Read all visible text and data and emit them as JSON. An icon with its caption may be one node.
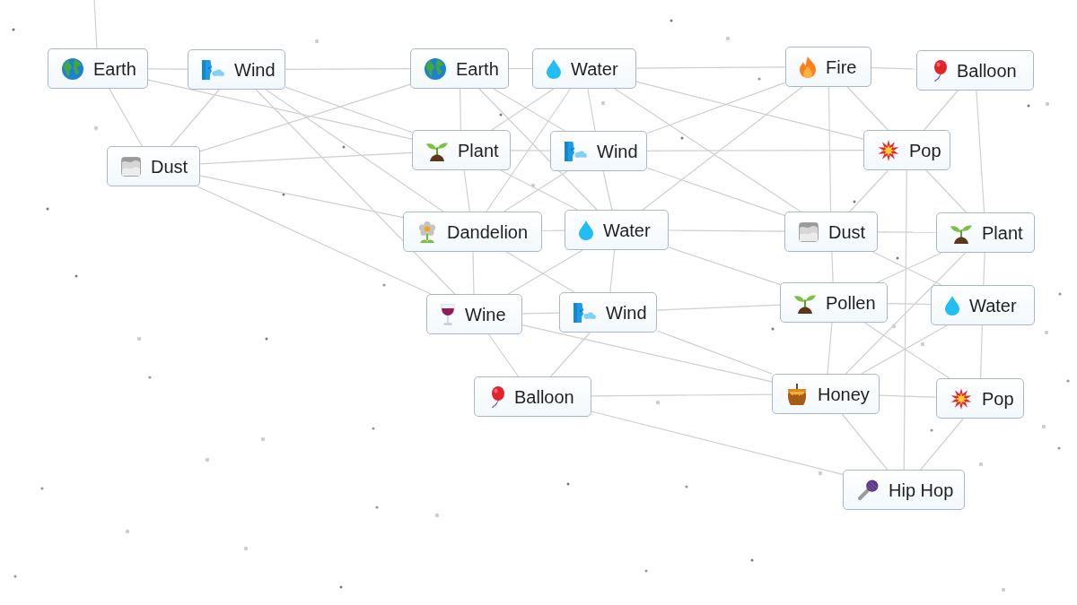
{
  "diagram": {
    "nodes": [
      {
        "text": [
          "Earth"
        ]
      },
      {
        "text": [
          "Wind"
        ]
      },
      {
        "text": [
          "Dust"
        ]
      },
      {
        "text": [
          "Earth"
        ]
      },
      {
        "text": [
          "Water"
        ]
      },
      {
        "text": [
          "Fire"
        ]
      },
      {
        "text": [
          "Balloon"
        ]
      },
      {
        "text": [
          "Plant"
        ]
      },
      {
        "text": [
          "Wind"
        ]
      },
      {
        "text": [
          "Pop"
        ]
      },
      {
        "text": [
          "Dandelion"
        ]
      },
      {
        "text": [
          "Water"
        ]
      },
      {
        "text": [
          "Dust"
        ]
      },
      {
        "text": [
          "Plant"
        ]
      },
      {
        "text": [
          "Wine"
        ]
      },
      {
        "text": [
          "Wind"
        ]
      },
      {
        "text": [
          "Pollen"
        ]
      },
      {
        "text": [
          "Water"
        ]
      },
      {
        "text": [
          "Balloon"
        ]
      },
      {
        "text": [
          "Honey"
        ]
      },
      {
        "text": [
          "Pop"
        ]
      },
      {
        "text": [
          "Hip Hop"
        ]
      }
    ],
    "edges": [
      {
        "from": 0,
        "to": 1,
        "arrow": "none"
      },
      {
        "from": 0,
        "to": 2,
        "arrow": "none"
      },
      {
        "from": 1,
        "to": 2,
        "arrow": "none"
      },
      {
        "from": 1,
        "to": 3,
        "arrow": "none"
      },
      {
        "from": 0,
        "to": 7,
        "arrow": "none"
      },
      {
        "from": 1,
        "to": 7,
        "arrow": "none"
      },
      {
        "from": 1,
        "to": 10,
        "arrow": "none"
      },
      {
        "from": 1,
        "to": 14,
        "arrow": "none"
      },
      {
        "from": 2,
        "to": 3,
        "arrow": "none"
      },
      {
        "from": 2,
        "to": 7,
        "arrow": "none"
      },
      {
        "from": 2,
        "to": 10,
        "arrow": "none"
      },
      {
        "from": 2,
        "to": 14,
        "arrow": "none"
      },
      {
        "from": 3,
        "to": 4,
        "arrow": "none"
      },
      {
        "from": 3,
        "to": 7,
        "arrow": "none"
      },
      {
        "from": 3,
        "to": 8,
        "arrow": "none"
      },
      {
        "from": 3,
        "to": 11,
        "arrow": "none"
      },
      {
        "from": 4,
        "to": 5,
        "arrow": "none"
      },
      {
        "from": 4,
        "to": 7,
        "arrow": "none"
      },
      {
        "from": 4,
        "to": 8,
        "arrow": "none"
      },
      {
        "from": 4,
        "to": 10,
        "arrow": "none"
      },
      {
        "from": 4,
        "to": 12,
        "arrow": "none"
      },
      {
        "from": 4,
        "to": 9,
        "arrow": "none"
      },
      {
        "from": 7,
        "to": 8,
        "arrow": "none"
      },
      {
        "from": 7,
        "to": 10,
        "arrow": "none"
      },
      {
        "from": 7,
        "to": 11,
        "arrow": "none"
      },
      {
        "from": 8,
        "to": 10,
        "arrow": "none"
      },
      {
        "from": 8,
        "to": 11,
        "arrow": "none"
      },
      {
        "from": 8,
        "to": 9,
        "arrow": "none"
      },
      {
        "from": 8,
        "to": 12,
        "arrow": "none"
      },
      {
        "from": 10,
        "to": 11,
        "arrow": "none"
      },
      {
        "from": 10,
        "to": 14,
        "arrow": "none"
      },
      {
        "from": 10,
        "to": 15,
        "arrow": "none"
      },
      {
        "from": 11,
        "to": 15,
        "arrow": "none"
      },
      {
        "from": 11,
        "to": 12,
        "arrow": "none"
      },
      {
        "from": 11,
        "to": 14,
        "arrow": "none"
      },
      {
        "from": 11,
        "to": 16,
        "arrow": "none"
      },
      {
        "from": 5,
        "to": 11,
        "arrow": "none"
      },
      {
        "from": 14,
        "to": 15,
        "arrow": "none"
      },
      {
        "from": 14,
        "to": 18,
        "arrow": "none"
      },
      {
        "from": 14,
        "to": 19,
        "arrow": "none"
      },
      {
        "from": 15,
        "to": 18,
        "arrow": "none"
      },
      {
        "from": 15,
        "to": 16,
        "arrow": "none"
      },
      {
        "from": 15,
        "to": 19,
        "arrow": "none"
      },
      {
        "from": 18,
        "to": 19,
        "arrow": "none"
      },
      {
        "from": 18,
        "to": 21,
        "arrow": "none"
      },
      {
        "from": 5,
        "to": 6,
        "arrow": "none"
      },
      {
        "from": 5,
        "to": 9,
        "arrow": "none"
      },
      {
        "from": 5,
        "to": 12,
        "arrow": "none"
      },
      {
        "from": 5,
        "to": 8,
        "arrow": "none"
      },
      {
        "from": 6,
        "to": 9,
        "arrow": "none"
      },
      {
        "from": 6,
        "to": 13,
        "arrow": "none"
      },
      {
        "from": 9,
        "to": 12,
        "arrow": "none"
      },
      {
        "from": 9,
        "to": 13,
        "arrow": "none"
      },
      {
        "from": 9,
        "to": 21,
        "arrow": "none"
      },
      {
        "from": 12,
        "to": 13,
        "arrow": "none"
      },
      {
        "from": 12,
        "to": 16,
        "arrow": "none"
      },
      {
        "from": 12,
        "to": 17,
        "arrow": "none"
      },
      {
        "from": 13,
        "to": 16,
        "arrow": "none"
      },
      {
        "from": 13,
        "to": 17,
        "arrow": "none"
      },
      {
        "from": 13,
        "to": 19,
        "arrow": "none"
      },
      {
        "from": 16,
        "to": 17,
        "arrow": "none"
      },
      {
        "from": 16,
        "to": 19,
        "arrow": "none"
      },
      {
        "from": 16,
        "to": 20,
        "arrow": "none"
      },
      {
        "from": 17,
        "to": 19,
        "arrow": "none"
      },
      {
        "from": 17,
        "to": 20,
        "arrow": "none"
      },
      {
        "from": 19,
        "to": 20,
        "arrow": "none"
      },
      {
        "from": 19,
        "to": 21,
        "arrow": "none"
      },
      {
        "from": 20,
        "to": 21,
        "arrow": "none"
      },
      {
        "from": 0,
        "to": null,
        "arrow": "none"
      }
    ]
  }
}
